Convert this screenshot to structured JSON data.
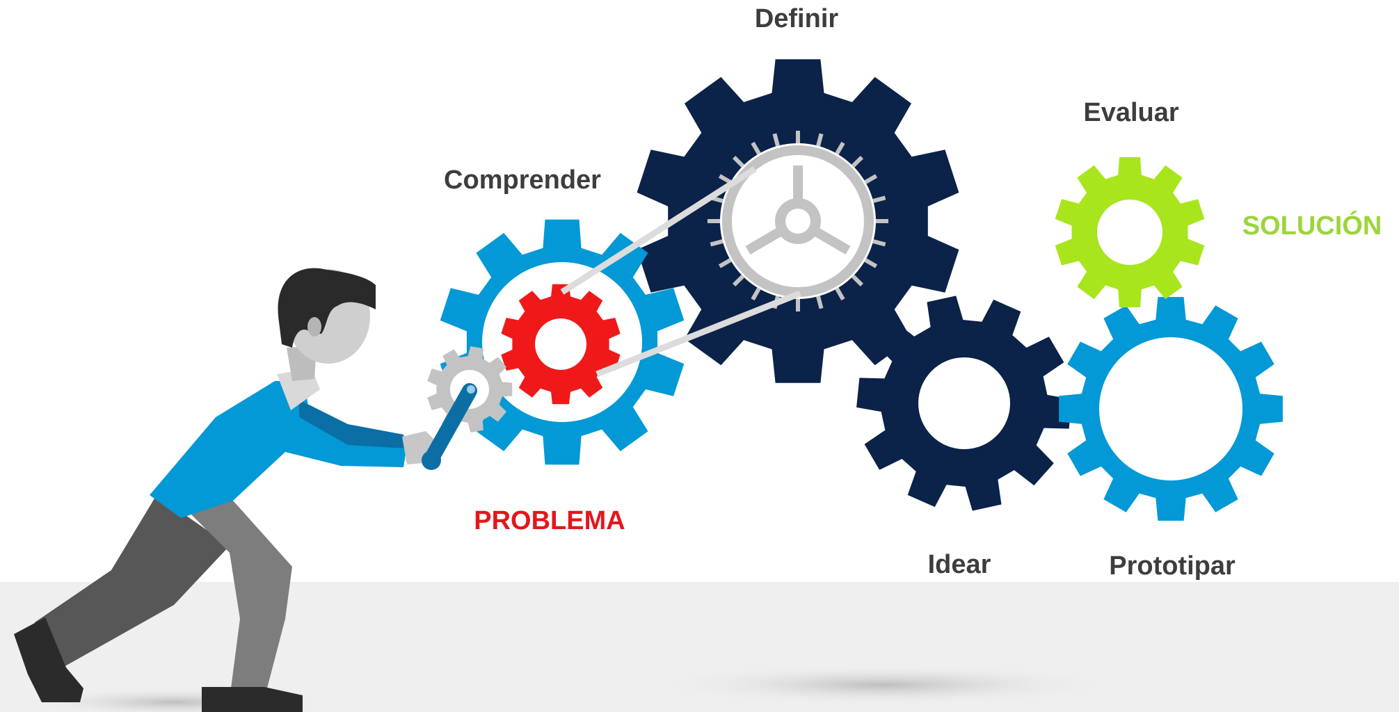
{
  "labels": {
    "definir": "Definir",
    "evaluar": "Evaluar",
    "comprender": "Comprender",
    "solucion": "SOLUCIÓN",
    "problema": "PROBLEMA",
    "idear": "Idear",
    "prototipar": "Prototipar"
  },
  "colors": {
    "navy": "#0b2249",
    "blue": "#0399d6",
    "red": "#f0191a",
    "lime": "#a8e51d",
    "gray": "#c3c3c3",
    "label_text": "#3d3d3d",
    "solucion_text": "#9bd53a",
    "problema_text": "#e3171b",
    "floor": "#efefef"
  },
  "figures": {
    "person": "man-pushing-gear-icon",
    "wrench": "wrench-icon"
  }
}
